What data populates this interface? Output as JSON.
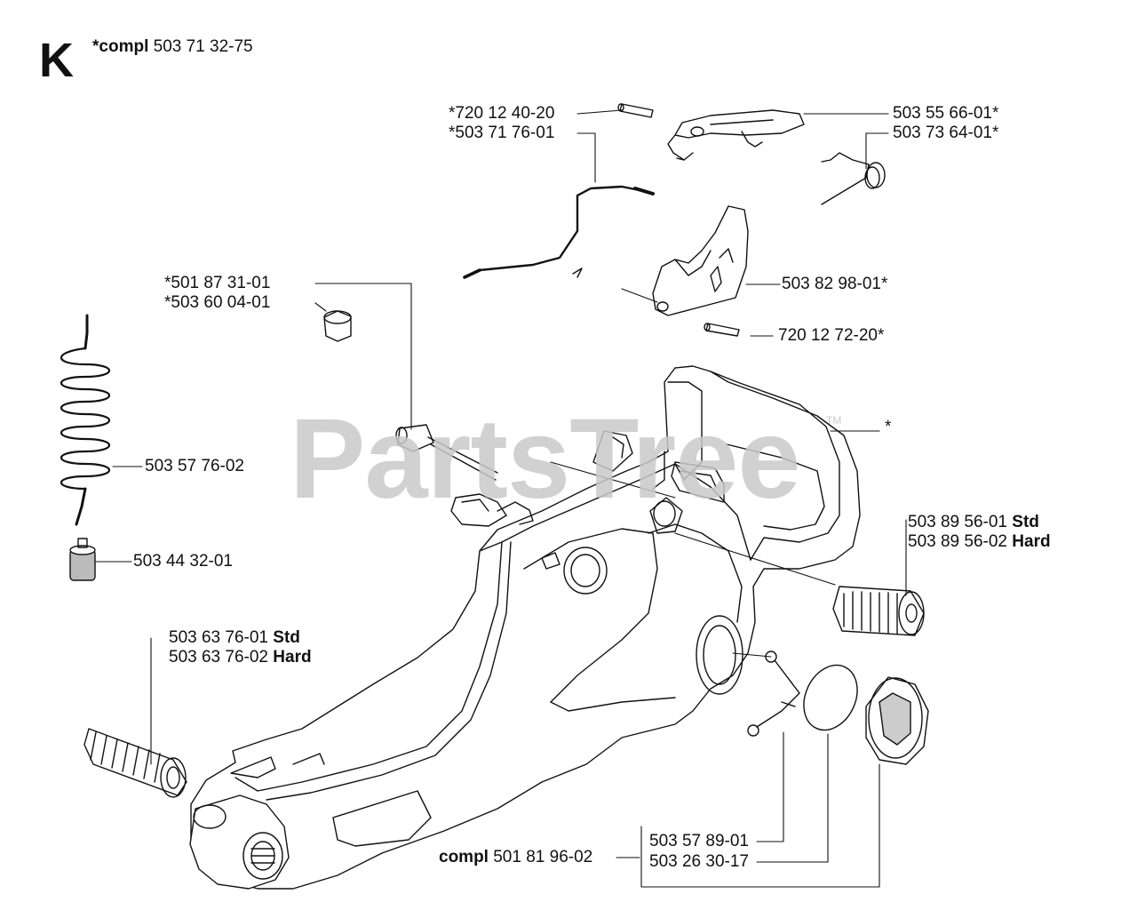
{
  "section_letter": "K",
  "heading": {
    "prefix": "*compl",
    "number": "503 71 32-75"
  },
  "watermark": {
    "text": "PartsTree",
    "tm": "TM"
  },
  "labels": {
    "roll_pin_top": "*720 12 40-20",
    "throttle_rod": "*503 71 76-01",
    "throttle_lever": "503 55 66-01*",
    "spring": "503 73 64-01*",
    "lockout": "503 82 98-01*",
    "roll_pin_bottom": "720 12 72-20*",
    "pin": "*501 87 31-01",
    "bushing": "*503 60 04-01",
    "handle_star": "*",
    "fuel_hose": "503 57 76-02",
    "fuel_filter": "503 44 32-01",
    "av_right_std": {
      "number": "503 89 56-01",
      "suffix": "Std"
    },
    "av_right_hard": {
      "number": "503 89 56-02",
      "suffix": "Hard"
    },
    "av_left_std": {
      "number": "503 63 76-01",
      "suffix": "Std"
    },
    "av_left_hard": {
      "number": "503 63 76-02",
      "suffix": "Hard"
    },
    "cap_compl": {
      "prefix": "compl",
      "number": "501 81 96-02"
    },
    "cap_strap": "503 57 89-01",
    "cap_oring": "503 26 30-17"
  }
}
